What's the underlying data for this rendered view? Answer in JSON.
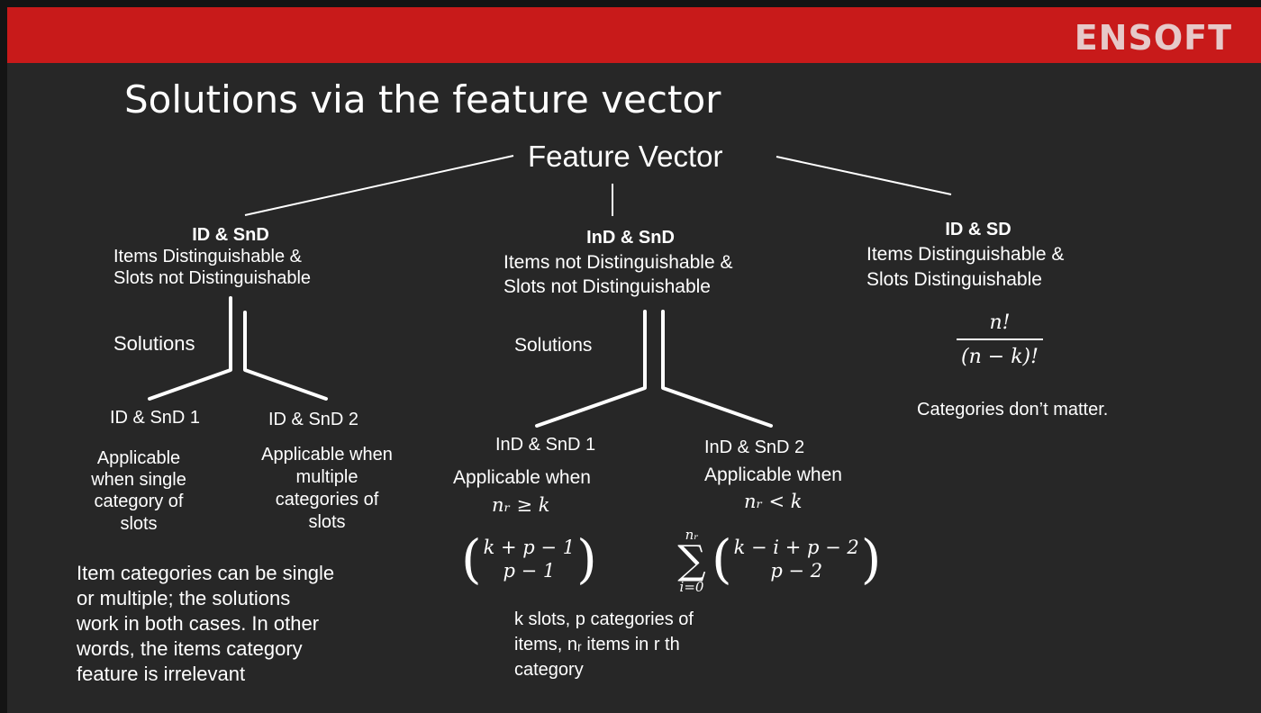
{
  "brand": "ENSOFT",
  "title": "Solutions via the feature vector",
  "root": "Feature Vector",
  "branches": {
    "left": {
      "heading": "ID & SnD",
      "desc_line1": "Items Distinguishable &",
      "desc_line2": "Slots not Distinguishable",
      "solutions_label": "Solutions",
      "sub1": {
        "label": "ID & SnD 1",
        "note_lines": [
          "Applicable",
          "when single",
          "category of",
          "slots"
        ]
      },
      "sub2": {
        "label": "ID & SnD 2",
        "note_lines": [
          "Applicable when",
          "multiple",
          "categories of",
          "slots"
        ]
      },
      "footnote_lines": [
        "Item categories can be single",
        "or multiple; the solutions",
        "work in both cases.  In other",
        "words, the items category",
        "feature is irrelevant"
      ]
    },
    "middle": {
      "heading": "InD & SnD",
      "desc_line1": "Items not Distinguishable &",
      "desc_line2": "Slots not Distinguishable",
      "solutions_label": "Solutions",
      "sub1": {
        "label": "InD & SnD 1",
        "condition_text": "Applicable when",
        "condition_math": "nᵣ ≥  k",
        "formula_top": "k + p − 1",
        "formula_bottom": "p − 1"
      },
      "sub2": {
        "label": "InD & SnD 2",
        "condition_text": "Applicable when",
        "condition_math": "nᵣ <  k",
        "sum_upper": "nᵣ",
        "sum_lower": "i=0",
        "formula_top": "k − i + p − 2",
        "formula_bottom": "p − 2"
      },
      "footnote_line1": "k slots, p categories of",
      "footnote_line2": "items, nᵣ items in r th",
      "footnote_line3": "category"
    },
    "right": {
      "heading": "ID & SD",
      "desc_line1": "Items Distinguishable &",
      "desc_line2": "Slots Distinguishable",
      "formula_num": "n!",
      "formula_den": "(n − k)!",
      "note": "Categories don’t matter."
    }
  }
}
